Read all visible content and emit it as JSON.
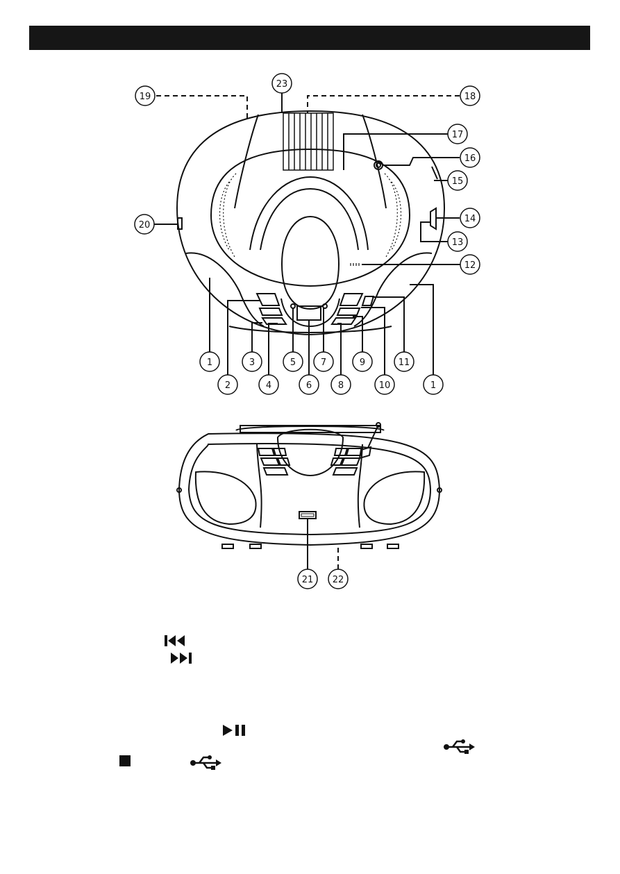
{
  "callouts": [
    "1",
    "2",
    "3",
    "4",
    "5",
    "6",
    "7",
    "8",
    "9",
    "10",
    "11",
    "12",
    "13",
    "14",
    "15",
    "16",
    "17",
    "18",
    "19",
    "20",
    "21",
    "22",
    "23"
  ],
  "icons": {
    "previous": "skip-back-icon",
    "next": "skip-forward-icon",
    "play_pause": "play-pause-icon",
    "stop": "stop-icon",
    "usb": "usb-icon"
  },
  "colors": {
    "ink": "#111111",
    "header": "#161616",
    "paper": "#ffffff"
  }
}
